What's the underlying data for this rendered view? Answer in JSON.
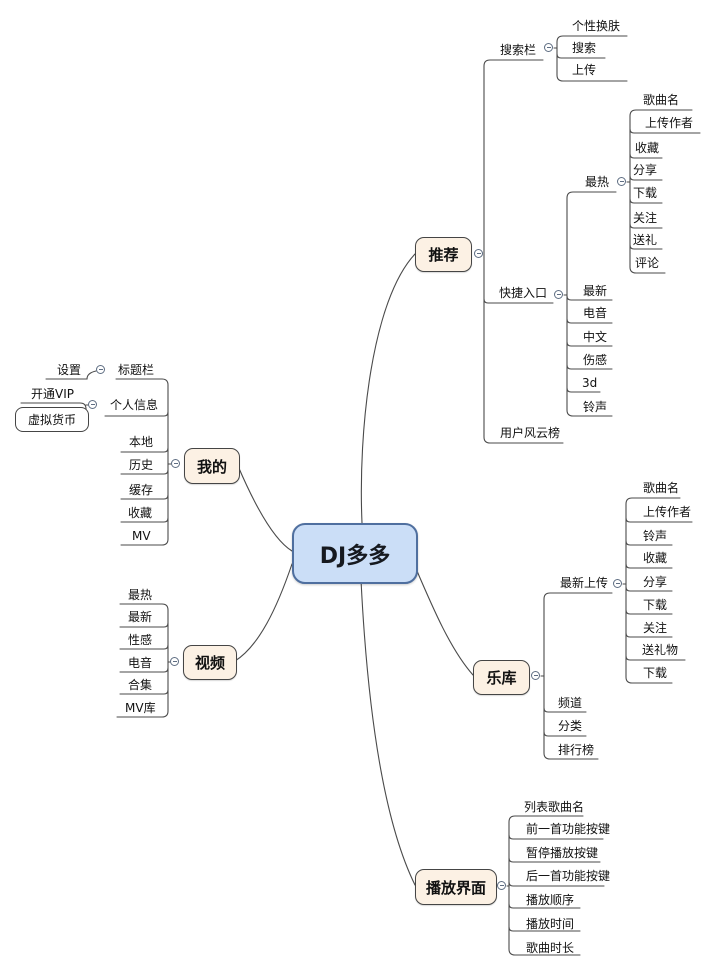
{
  "colors": {
    "canvas": "#FFFFFF",
    "central_fill": "#CBDEF7",
    "central_border": "#4F6F9F",
    "topic_fill": "#FCF1E4",
    "topic_border": "#454545",
    "connector_line": "#4A4A4A",
    "collapse_icon_stroke": "#5F6E83",
    "text": "#111111"
  },
  "icons": {
    "collapse": "minus-circle-icon"
  },
  "map": {
    "root": {
      "label": "DJ多多"
    },
    "branches": {
      "tuijian": {
        "label": "推荐",
        "children": {
          "sousuolan": {
            "label": "搜索栏",
            "children": {
              "gexinghuanfu": {
                "label": "个性换肤"
              },
              "sousuo": {
                "label": "搜索"
              },
              "shangchuan": {
                "label": "上传"
              }
            }
          },
          "kuaijierukou": {
            "label": "快捷入口",
            "children": {
              "zuire": {
                "label": "最热",
                "children": {
                  "gequming": {
                    "label": "歌曲名"
                  },
                  "shangchuanzuozhe": {
                    "label": "上传作者"
                  },
                  "shoucang": {
                    "label": "收藏"
                  },
                  "fenxiang": {
                    "label": "分享"
                  },
                  "xiazai": {
                    "label": "下载"
                  },
                  "guanzhu": {
                    "label": "关注"
                  },
                  "songli": {
                    "label": "送礼"
                  },
                  "pinglun": {
                    "label": "评论"
                  }
                }
              },
              "zuixin": {
                "label": "最新"
              },
              "dianyin": {
                "label": "电音"
              },
              "zhongwen": {
                "label": "中文"
              },
              "shanggan": {
                "label": "伤感"
              },
              "sand": {
                "label": "3d"
              },
              "lingsheng": {
                "label": "铃声"
              }
            }
          },
          "yonghufengyunbang": {
            "label": "用户风云榜"
          }
        }
      },
      "wode": {
        "label": "我的",
        "children": {
          "biaotilan": {
            "label": "标题栏",
            "children": {
              "shezhi": {
                "label": "设置"
              }
            }
          },
          "gerenxinxi": {
            "label": "个人信息",
            "children": {
              "kaitongvip": {
                "label": "开通VIP"
              },
              "xunihuobi": {
                "label": "虚拟货币"
              }
            }
          },
          "bendi": {
            "label": "本地"
          },
          "lishi": {
            "label": "历史"
          },
          "huancun": {
            "label": "缓存"
          },
          "shoucang": {
            "label": "收藏"
          },
          "mv": {
            "label": "MV"
          }
        }
      },
      "shipin": {
        "label": "视频",
        "children": {
          "zuire": {
            "label": "最热"
          },
          "zuixin": {
            "label": "最新"
          },
          "xinggan": {
            "label": "性感"
          },
          "dianyin": {
            "label": "电音"
          },
          "heji": {
            "label": "合集"
          },
          "mvku": {
            "label": "MV库"
          }
        }
      },
      "yueku": {
        "label": "乐库",
        "children": {
          "zuixinshangchuan": {
            "label": "最新上传",
            "children": {
              "gequming": {
                "label": "歌曲名"
              },
              "shangchuanzuozhe": {
                "label": "上传作者"
              },
              "lingsheng": {
                "label": "铃声"
              },
              "shoucang": {
                "label": "收藏"
              },
              "fenxiang": {
                "label": "分享"
              },
              "xiazai": {
                "label": "下载"
              },
              "guanzhu": {
                "label": "关注"
              },
              "songliwu": {
                "label": "送礼物"
              },
              "xiazai2": {
                "label": "下载"
              }
            }
          },
          "pindao": {
            "label": "频道"
          },
          "fenlei": {
            "label": "分类"
          },
          "paihangbang": {
            "label": "排行榜"
          }
        }
      },
      "bofangjiemian": {
        "label": "播放界面",
        "children": {
          "liebiaogequming": {
            "label": "列表歌曲名"
          },
          "qianyishou": {
            "label": "前一首功能按键"
          },
          "zanting": {
            "label": "暂停播放按键"
          },
          "houyishou": {
            "label": "后一首功能按键"
          },
          "bofangshunxu": {
            "label": "播放顺序"
          },
          "bofangshijian": {
            "label": "播放时间"
          },
          "gequshichang": {
            "label": "歌曲时长"
          }
        }
      }
    }
  }
}
